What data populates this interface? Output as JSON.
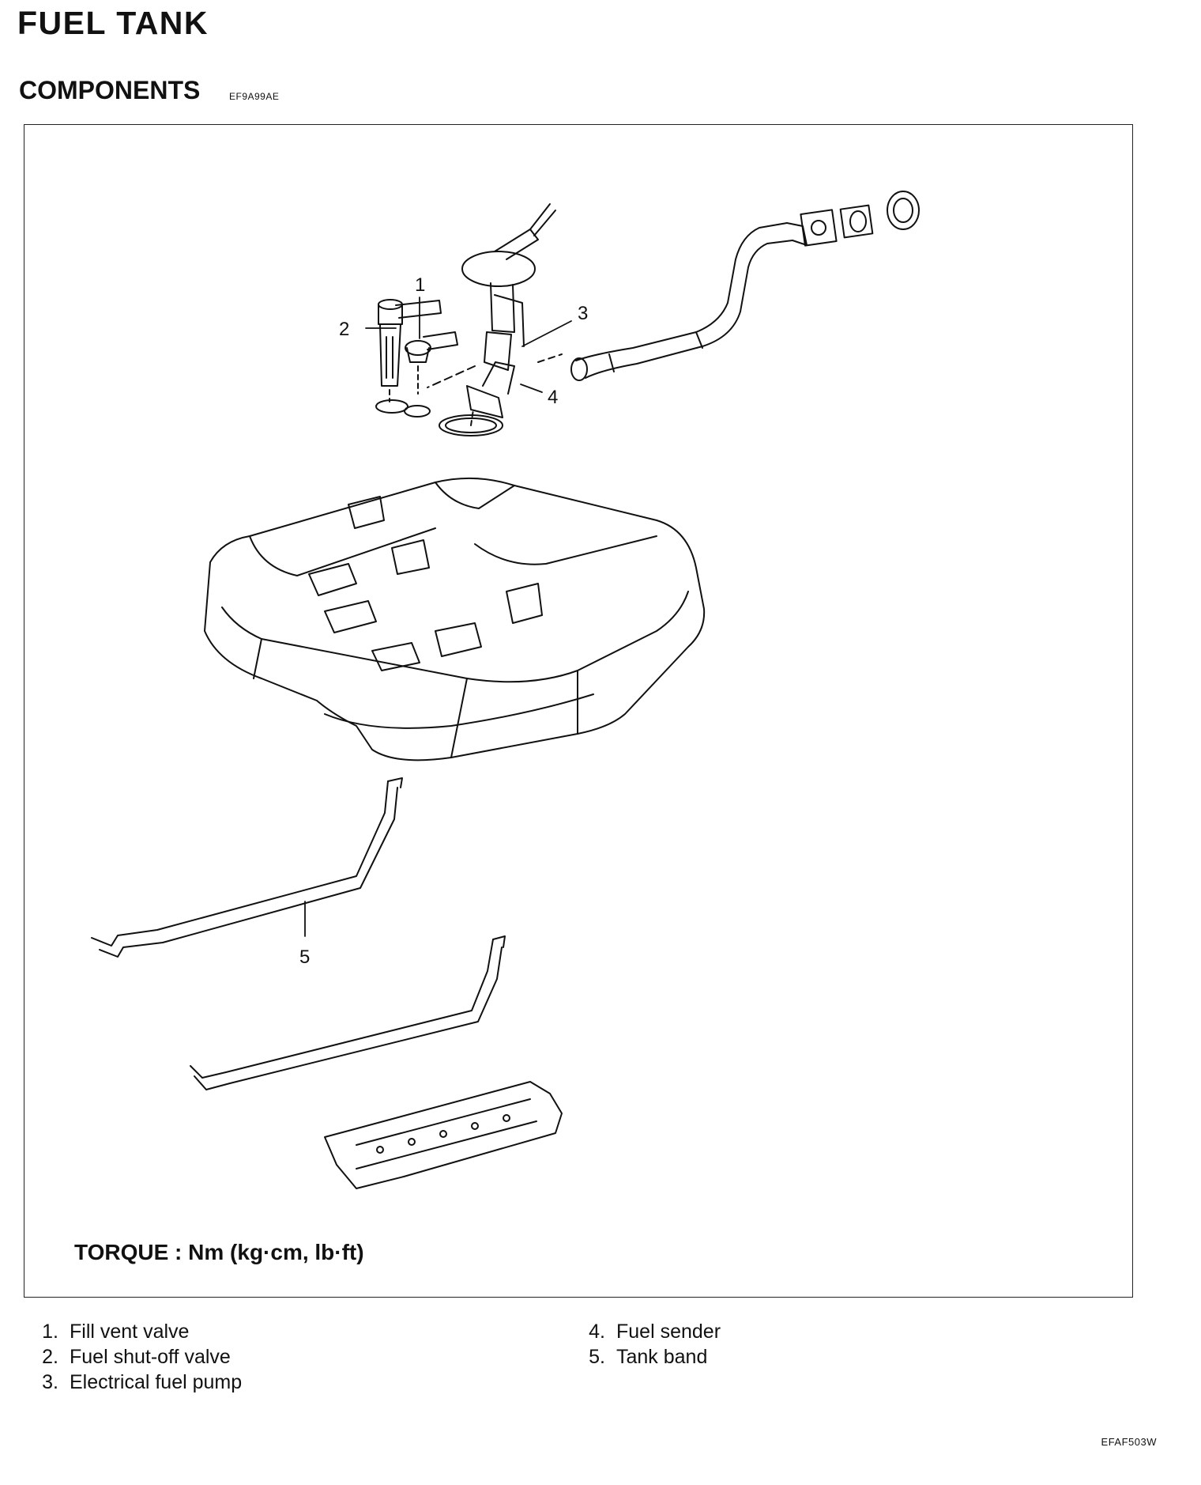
{
  "header": {
    "title": "FUEL TANK",
    "section": "COMPONENTS",
    "section_code": "EF9A99AE"
  },
  "diagram": {
    "callouts": [
      "1",
      "2",
      "3",
      "4",
      "5"
    ],
    "torque_label": "TORQUE : Nm (kg·cm, lb·ft)"
  },
  "legend": {
    "left": [
      {
        "num": "1.",
        "text": "Fill vent valve"
      },
      {
        "num": "2.",
        "text": "Fuel shut-off valve"
      },
      {
        "num": "3.",
        "text": "Electrical fuel pump"
      }
    ],
    "right": [
      {
        "num": "4.",
        "text": "Fuel sender"
      },
      {
        "num": "5.",
        "text": "Tank band"
      }
    ]
  },
  "figure_code": "EFAF503W"
}
